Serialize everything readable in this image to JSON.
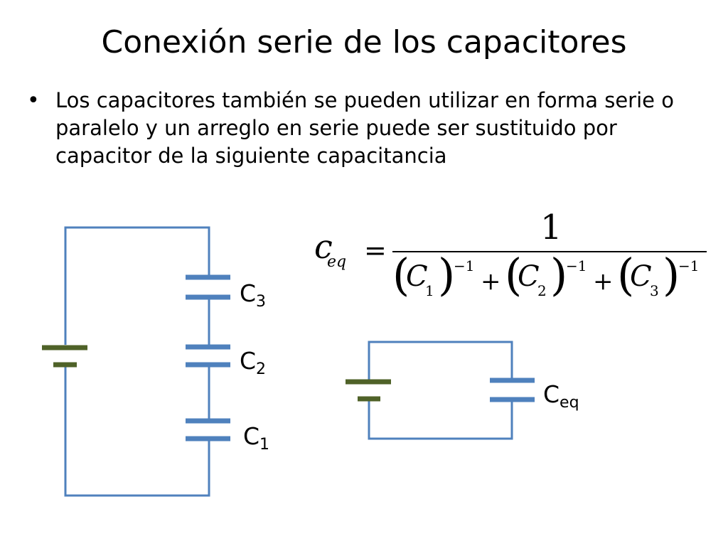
{
  "slide": {
    "title": "Conexión serie de los capacitores",
    "bullet": "Los capacitores también se pueden utilizar en forma serie o paralelo y un arreglo en serie puede ser sustituido por capacitor de la siguiente capacitancia"
  },
  "labels": {
    "c3": {
      "base": "C",
      "sub": "3"
    },
    "c2": {
      "base": "C",
      "sub": "2"
    },
    "c1": {
      "base": "C",
      "sub": "1"
    },
    "ceq": {
      "base": "C",
      "sub": "eq"
    }
  },
  "formula": {
    "lhs_symbol": "c",
    "lhs_sub": "eq",
    "equals": "=",
    "numerator": "1",
    "left_paren": "(",
    "right_paren": ")",
    "plus": "+",
    "exponent": "−1",
    "terms": [
      {
        "symbol": "C",
        "index": "1"
      },
      {
        "symbol": "C",
        "index": "2"
      },
      {
        "symbol": "C",
        "index": "3"
      }
    ]
  },
  "colors": {
    "wire": "#4f81bd",
    "capacitor": "#4f81bd",
    "battery": "#4f6228"
  }
}
